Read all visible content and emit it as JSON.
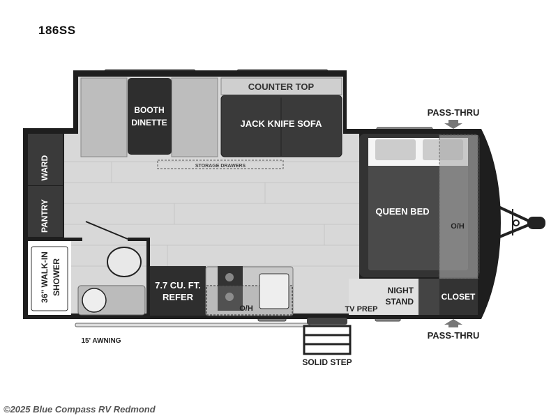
{
  "model_title": "186SS",
  "watermark": "©2025 Blue Compass RV Redmond",
  "colors": {
    "wall": "#1e1e1e",
    "floor": "#d8d8d8",
    "furniture_dark": "#3a3a3a",
    "furniture_light": "#b8b8b8"
  },
  "labels": {
    "counter_top": "COUNTER TOP",
    "booth_dinette_1": "BOOTH",
    "booth_dinette_2": "DINETTE",
    "jack_knife_sofa": "JACK KNIFE SOFA",
    "storage_drawers": "STORAGE DRAWERS",
    "ward": "WARD",
    "pantry": "PANTRY",
    "shower_1": "36\" WALK-IN",
    "shower_2": "SHOWER",
    "refer_1": "7.7 CU. FT.",
    "refer_2": "REFER",
    "overhead_kitchen": "O/H",
    "tv_prep": "TV PREP",
    "night_stand_1": "NIGHT",
    "night_stand_2": "STAND",
    "queen_bed": "QUEEN BED",
    "overhead_bed": "O/H",
    "closet": "CLOSET",
    "pass_thru_top": "PASS-THRU",
    "pass_thru_bottom": "PASS-THRU",
    "awning": "15' AWNING",
    "solid_step": "SOLID STEP"
  }
}
